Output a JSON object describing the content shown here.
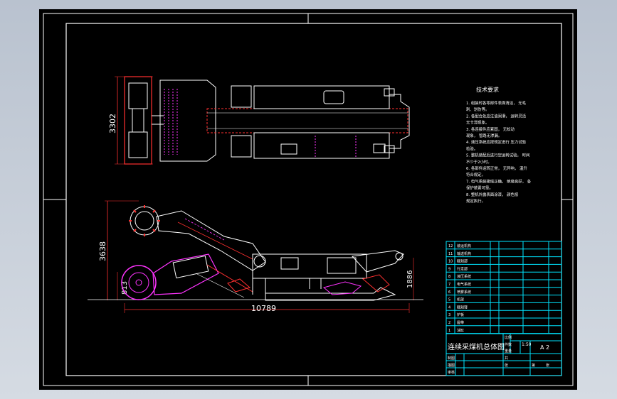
{
  "colors": {
    "background": "#000000",
    "frame": "#ffffff",
    "table_lines": "#00e5ff",
    "dimension": "#ff3030",
    "machine": "#ffffff",
    "cutter": "#ff33ff",
    "accent": "#ff2020"
  },
  "plan_view": {
    "dim_width": "3302"
  },
  "side_view": {
    "dim_height_main": "3638",
    "dim_height_low": "813",
    "dim_height_rear": "1886",
    "dim_length": "10789"
  },
  "tech_notes": {
    "heading": "技术要求",
    "lines": [
      "1. 组装时各零部件表面清洁，    无毛",
      "    刺、划伤等。",
      "2. 各配合处应注油润滑，  运转灵活",
      "    无卡滞现象。",
      "3. 各连接件应紧固，  无松动",
      "    现象，  管路无渗漏。",
      "4. 液压系统应按规定进行   压力试验",
      "    检验。",
      "5. 整机装配后进行空运转试验，  时间",
      "    不少于2小时。",
      "6. 各部件运转正常，  无异响，   温升",
      "    符合规定。",
      "7. 电气系统接线正确，  绝缘良好，  各",
      "    保护装置可靠。",
      "8. 整机外露表面涂漆，  颜色按",
      "    规定执行。"
    ]
  },
  "title_block": {
    "drawing_title": "连续采煤机总体图",
    "scale_ratio": "1:50",
    "sheet_size": "A 2",
    "parts": [
      {
        "no": "12",
        "name": "装运机构"
      },
      {
        "no": "11",
        "name": "输送机构"
      },
      {
        "no": "10",
        "name": "截割部"
      },
      {
        "no": "9",
        "name": "行走部"
      },
      {
        "no": "8",
        "name": "液压系统"
      },
      {
        "no": "7",
        "name": "电气系统"
      },
      {
        "no": "6",
        "name": "喷雾系统"
      },
      {
        "no": "5",
        "name": "机架"
      },
      {
        "no": "4",
        "name": "截割臂"
      },
      {
        "no": "3",
        "name": "铲板"
      },
      {
        "no": "2",
        "name": "履带"
      },
      {
        "no": "1",
        "name": "油缸"
      }
    ],
    "labels_small": [
      "比例",
      "件数",
      "重量",
      "共",
      "张",
      "第",
      "张"
    ],
    "sign_rows": [
      "制图",
      "描图",
      "审核"
    ]
  }
}
